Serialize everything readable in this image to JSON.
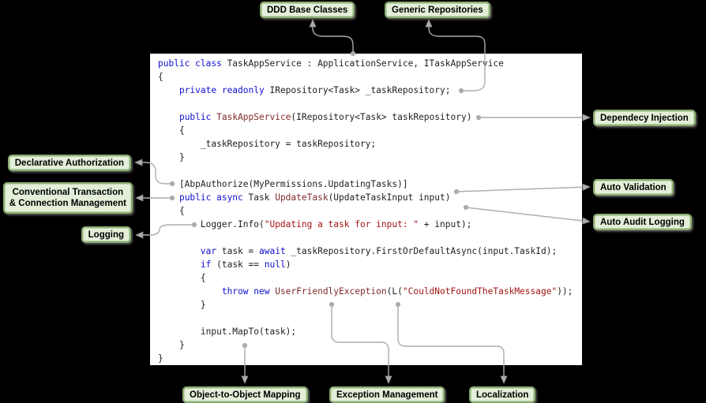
{
  "labels": {
    "ddd": "DDD Base Classes",
    "generic": "Generic Repositories",
    "dependency": "Dependecy Injection",
    "auto_validation": "Auto Validation",
    "auto_audit": "Auto Audit Logging",
    "declarative": "Declarative Authorization",
    "conventional_line1": "Conventional Transaction",
    "conventional_line2": "& Connection Management",
    "logging": "Logging",
    "mapping": "Object-to-Object Mapping",
    "exception": "Exception Management",
    "localization": "Localization"
  },
  "label_style": {
    "bg": "#e3efd9",
    "border": "#8aad71"
  },
  "connector_style": {
    "line": "#acacac"
  },
  "code": {
    "syntax_colors": {
      "keyword": "#1010d0",
      "method": "#7e2a2a",
      "string": "#a31515",
      "default": "#1e1e1e"
    },
    "lines": [
      [
        {
          "c": "k",
          "t": "public class"
        },
        {
          "c": "d",
          "t": " TaskAppService : ApplicationService, ITaskAppService"
        }
      ],
      [
        {
          "c": "d",
          "t": "{"
        }
      ],
      [
        {
          "c": "d",
          "t": "    "
        },
        {
          "c": "k",
          "t": "private readonly"
        },
        {
          "c": "d",
          "t": " IRepository<Task> _taskRepository;"
        }
      ],
      [],
      [
        {
          "c": "d",
          "t": "    "
        },
        {
          "c": "k",
          "t": "public"
        },
        {
          "c": "d",
          "t": " "
        },
        {
          "c": "m",
          "t": "TaskAppService"
        },
        {
          "c": "d",
          "t": "(IRepository<Task> taskRepository)"
        }
      ],
      [
        {
          "c": "d",
          "t": "    {"
        }
      ],
      [
        {
          "c": "d",
          "t": "        _taskRepository = taskRepository;"
        }
      ],
      [
        {
          "c": "d",
          "t": "    }"
        }
      ],
      [],
      [
        {
          "c": "d",
          "t": "    [AbpAuthorize(MyPermissions.UpdatingTasks)]"
        }
      ],
      [
        {
          "c": "d",
          "t": "    "
        },
        {
          "c": "k",
          "t": "public async"
        },
        {
          "c": "d",
          "t": " Task "
        },
        {
          "c": "m",
          "t": "UpdateTask"
        },
        {
          "c": "d",
          "t": "(UpdateTaskInput input)"
        }
      ],
      [
        {
          "c": "d",
          "t": "    {"
        }
      ],
      [
        {
          "c": "d",
          "t": "        Logger.Info("
        },
        {
          "c": "s",
          "t": "\"Updating a task for input: \""
        },
        {
          "c": "d",
          "t": " + input);"
        }
      ],
      [],
      [
        {
          "c": "d",
          "t": "        "
        },
        {
          "c": "k",
          "t": "var"
        },
        {
          "c": "d",
          "t": " task = "
        },
        {
          "c": "k",
          "t": "await"
        },
        {
          "c": "d",
          "t": " _taskRepository.FirstOrDefaultAsync(input.TaskId);"
        }
      ],
      [
        {
          "c": "d",
          "t": "        "
        },
        {
          "c": "k",
          "t": "if"
        },
        {
          "c": "d",
          "t": " (task == "
        },
        {
          "c": "k",
          "t": "null"
        },
        {
          "c": "d",
          "t": ")"
        }
      ],
      [
        {
          "c": "d",
          "t": "        {"
        }
      ],
      [
        {
          "c": "d",
          "t": "            "
        },
        {
          "c": "k",
          "t": "throw new"
        },
        {
          "c": "d",
          "t": " "
        },
        {
          "c": "m",
          "t": "UserFriendlyException"
        },
        {
          "c": "d",
          "t": "(L("
        },
        {
          "c": "s",
          "t": "\"CouldNotFoundTheTaskMessage\""
        },
        {
          "c": "d",
          "t": "));"
        }
      ],
      [
        {
          "c": "d",
          "t": "        }"
        }
      ],
      [],
      [
        {
          "c": "d",
          "t": "        input.MapTo(task);"
        }
      ],
      [
        {
          "c": "d",
          "t": "    }"
        }
      ],
      [
        {
          "c": "d",
          "t": "}"
        }
      ]
    ]
  }
}
